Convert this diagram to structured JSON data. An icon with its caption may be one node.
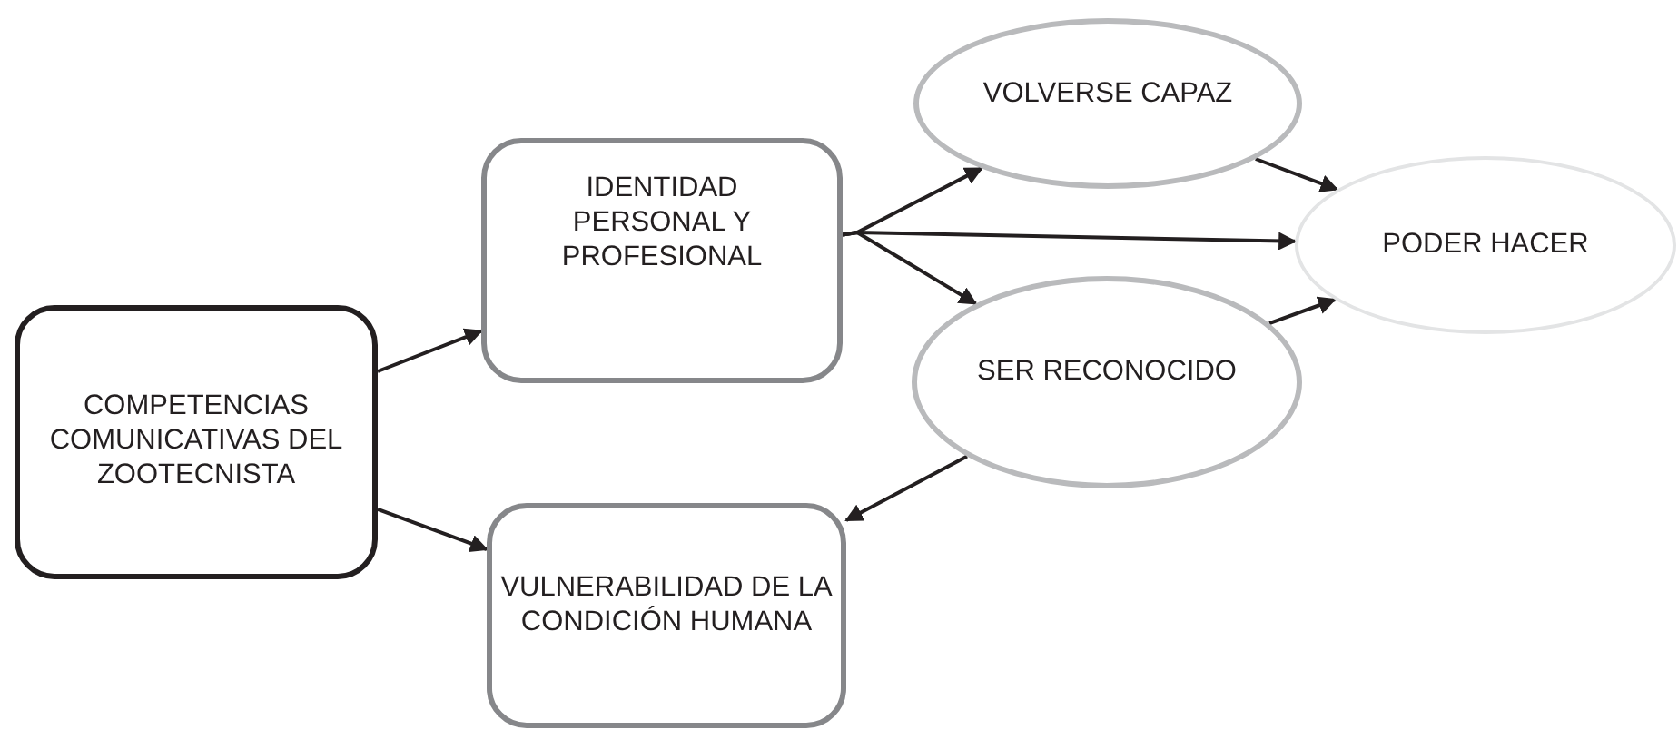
{
  "diagram": {
    "nodes": [
      {
        "text": [
          "COMPETENCIAS COMUNICATIVAS DEL ZOOTECNISTA"
        ]
      },
      {
        "text": [
          "IDENTIDAD PERSONAL Y PROFESIONAL"
        ]
      },
      {
        "text": [
          "VULNERABILIDAD DE LA CONDICIÓN HUMANA"
        ]
      },
      {
        "text": [
          "VOLVERSE CAPAZ"
        ]
      },
      {
        "text": [
          "PODER HACER"
        ]
      },
      {
        "text": [
          "SER RECONOCIDO"
        ]
      }
    ],
    "edges": [
      {
        "from": 0,
        "to": 1,
        "arrow": "to"
      },
      {
        "from": 0,
        "to": 2,
        "arrow": "to"
      },
      {
        "from": 1,
        "to": 3,
        "arrow": "to"
      },
      {
        "from": 1,
        "to": 4,
        "arrow": "to"
      },
      {
        "from": 1,
        "to": 5,
        "arrow": "to"
      },
      {
        "from": 3,
        "to": 4,
        "arrow": "to"
      },
      {
        "from": 5,
        "to": 4,
        "arrow": "to"
      },
      {
        "from": 5,
        "to": 2,
        "arrow": "to"
      }
    ]
  }
}
